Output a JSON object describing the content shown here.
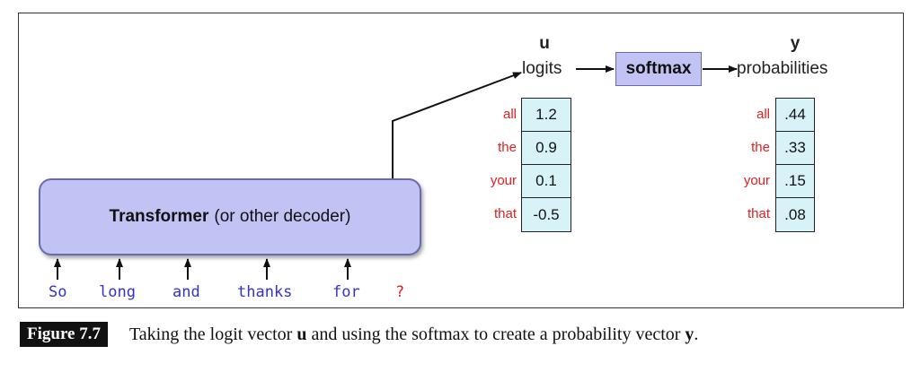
{
  "transformer": {
    "bold": "Transformer",
    "rest": "(or other decoder)"
  },
  "tokens": [
    {
      "text": "So"
    },
    {
      "text": "long"
    },
    {
      "text": "and"
    },
    {
      "text": "thanks"
    },
    {
      "text": "for"
    },
    {
      "text": "?"
    }
  ],
  "logits": {
    "symbol": "u",
    "label": "logits",
    "rows": [
      {
        "word": "all",
        "value": "1.2"
      },
      {
        "word": "the",
        "value": "0.9"
      },
      {
        "word": "your",
        "value": "0.1"
      },
      {
        "word": "that",
        "value": "-0.5"
      }
    ]
  },
  "softmax": {
    "label": "softmax"
  },
  "probabilities": {
    "symbol": "y",
    "label": "probabilities",
    "rows": [
      {
        "word": "all",
        "value": ".44"
      },
      {
        "word": "the",
        "value": ".33"
      },
      {
        "word": "your",
        "value": ".15"
      },
      {
        "word": "that",
        "value": ".08"
      }
    ]
  },
  "caption": {
    "label": "Figure 7.7",
    "part1": "Taking the logit vector",
    "u": "u",
    "part2": "and using the softmax to create a probability vector",
    "y": "y",
    "end": "."
  },
  "colors": {
    "box_fill": "#c2c3f5",
    "cell_fill": "#d8f3f8",
    "token_blue": "#3232d2",
    "word_red": "#e02020"
  }
}
